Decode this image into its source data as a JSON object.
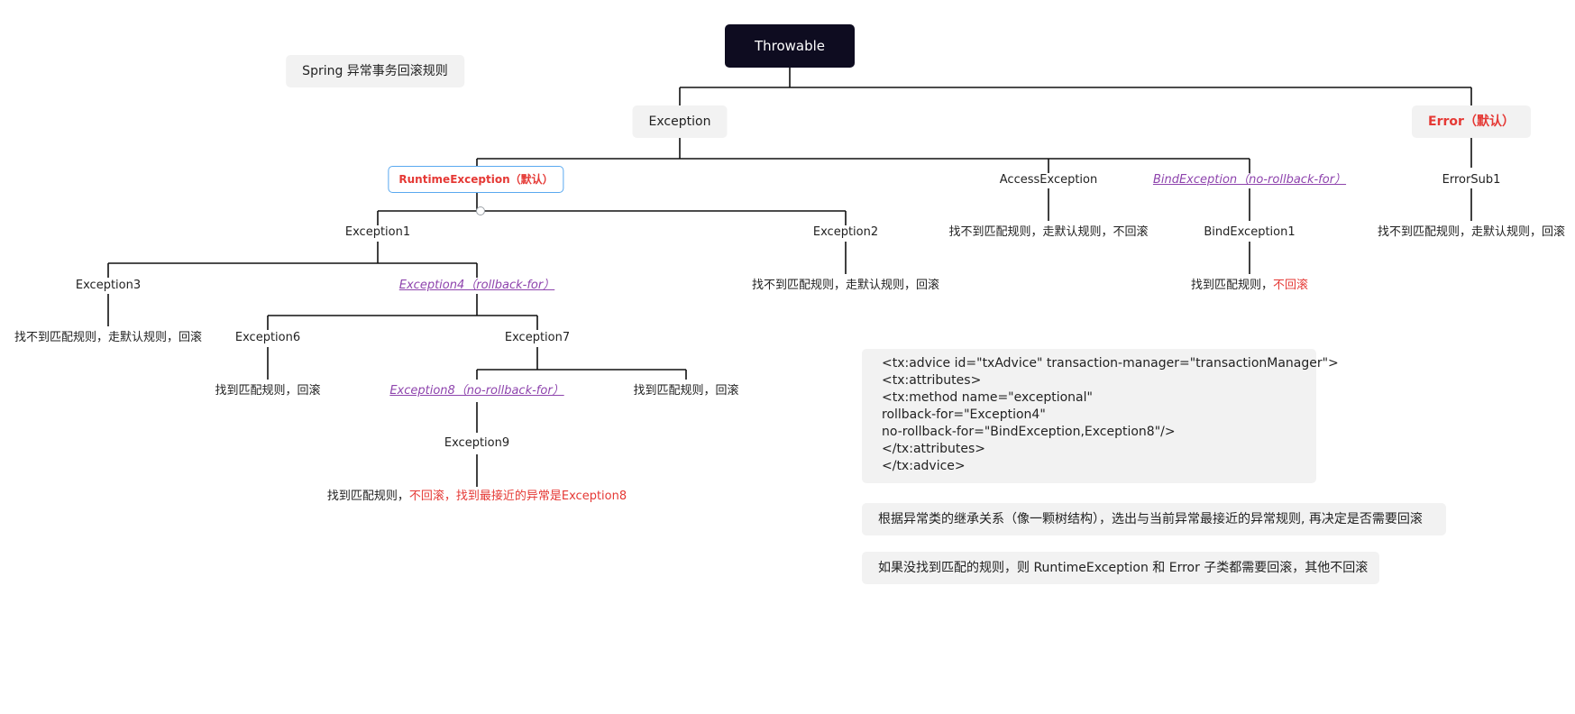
{
  "title": "Spring 异常事务回滚规则",
  "nodes": {
    "throwable": "Throwable",
    "exception": "Exception",
    "error": "Error（默认）",
    "runtime_exception": "RuntimeException（默认）",
    "access_exception": "AccessException",
    "bind_exception_rule": "BindException（no-rollback-for）",
    "error_sub1": "ErrorSub1",
    "exception1": "Exception1",
    "exception2": "Exception2",
    "exception3": "Exception3",
    "exception4_rule": "Exception4（rollback-for）",
    "exception6": "Exception6",
    "exception7": "Exception7",
    "exception8_rule": "Exception8（no-rollback-for）",
    "exception9": "Exception9",
    "bind_exception1": "BindException1"
  },
  "results": {
    "access": "找不到匹配规则，走默认规则，不回滚",
    "error_sub1": "找不到匹配规则，走默认规则，回滚",
    "exception2": "找不到匹配规则，走默认规则，回滚",
    "exception3": "找不到匹配规则，走默认规则，回滚",
    "exception6": "找到匹配规则，回滚",
    "exception7_child": "找到匹配规则，回滚",
    "bind1_prefix": "找到匹配规则，",
    "bind1_suffix": "不回滚",
    "exception9_prefix": "找到匹配规则，",
    "exception9_suffix": "不回滚，找到最接近的异常是Exception8"
  },
  "code_lines": [
    "<tx:advice id=\"txAdvice\" transaction-manager=\"transactionManager\">",
    " <tx:attributes>",
    "  <tx:method name=\"exceptional\"",
    "       rollback-for=\"Exception4\"",
    "       no-rollback-for=\"BindException,Exception8\"/>",
    " </tx:attributes>",
    "</tx:advice>"
  ],
  "notes": [
    "根据异常类的继承关系（像一颗树结构），选出与当前异常最接近的异常规则, 再决定是否需要回滚",
    "如果没找到匹配的规则，则 RuntimeException 和 Error 子类都需要回滚，其他不回滚"
  ],
  "colors": {
    "root_bg": "#0e0c20",
    "box_bg": "#f2f2f2",
    "accent_red": "#e53935",
    "rule_purple": "#8e44ad",
    "selection_blue": "#5aa9f0",
    "line": "#111111"
  }
}
